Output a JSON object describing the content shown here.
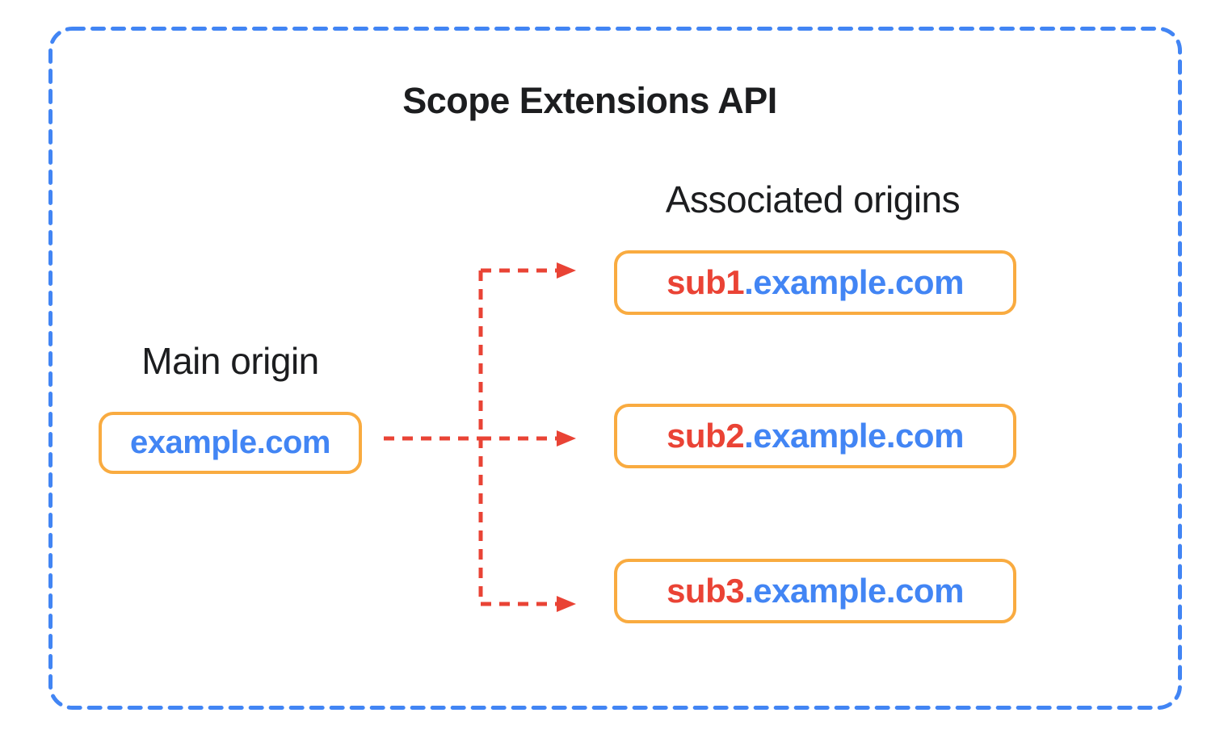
{
  "diagram": {
    "title": "Scope Extensions API",
    "main_origin": {
      "label": "Main origin",
      "domain": "example.com"
    },
    "associated_origins": {
      "label": "Associated origins",
      "items": [
        {
          "prefix": "sub1",
          "suffix": ".example.com"
        },
        {
          "prefix": "sub2",
          "suffix": ".example.com"
        },
        {
          "prefix": "sub3",
          "suffix": ".example.com"
        }
      ]
    }
  },
  "colors": {
    "border-blue": "#4285F4",
    "arrow-red": "#E94335",
    "box-orange": "#F9AB40",
    "domain-blue": "#4285F4",
    "subdomain-red": "#EA4335",
    "text-black": "#1c1d1f"
  }
}
